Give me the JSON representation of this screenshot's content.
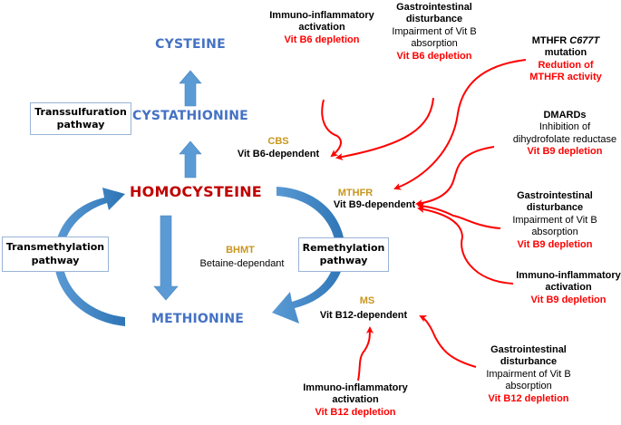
{
  "metabolites": {
    "cysteine": "CYSTEINE",
    "cystathionine": "CYSTATHIONINE",
    "homocysteine": "HOMOCYSTEINE",
    "methionine": "METHIONINE"
  },
  "pathways": {
    "transsulfuration": [
      "Transsulfuration",
      "pathway"
    ],
    "transmethylation": [
      "Transmethylation",
      "pathway"
    ],
    "remethylation": [
      "Remethylation",
      "pathway"
    ]
  },
  "enzymes": {
    "cbs": {
      "name": "CBS",
      "dependency": "Vit B6-dependent"
    },
    "mthfr": {
      "name": "MTHFR",
      "dependency": "Vit B9-dependent"
    },
    "bhmt": {
      "name": "BHMT",
      "dependency": "Betaine-dependant"
    },
    "ms": {
      "name": "MS",
      "dependency": "Vit B12-dependent"
    }
  },
  "causes": {
    "b6_immuno": {
      "title": [
        "Immuno-inflammatory",
        "activation"
      ],
      "effect": [
        "Vit B6 depletion"
      ]
    },
    "b6_gastro": {
      "title": [
        "Gastrointestinal",
        "disturbance"
      ],
      "detail": [
        "Impairment of Vit B",
        "absorption"
      ],
      "effect": [
        "Vit B6 depletion"
      ]
    },
    "mthfr_mutation": {
      "title_prefix": "MTHFR ",
      "title_italic": "C677T",
      "title2": "mutation",
      "effect": [
        "Redution of",
        "MTHFR activity"
      ]
    },
    "dmards": {
      "title": [
        "DMARDs"
      ],
      "detail": [
        "Inhibition of",
        "dihydrofolate reductase"
      ],
      "effect": [
        "Vit B9 depletion"
      ]
    },
    "b9_gastro": {
      "title": [
        "Gastrointestinal",
        "disturbance"
      ],
      "detail": [
        "Impairment of Vit B",
        "absorption"
      ],
      "effect": [
        "Vit B9 depletion"
      ]
    },
    "b9_immuno": {
      "title": [
        "Immuno-inflammatory",
        "activation"
      ],
      "effect": [
        "Vit B9 depletion"
      ]
    },
    "b12_gastro": {
      "title": [
        "Gastrointestinal",
        "disturbance"
      ],
      "detail": [
        "Impairment of Vit B",
        "absorption"
      ],
      "effect": [
        "Vit B12 depletion"
      ]
    },
    "b12_immuno": {
      "title": [
        "Immuno-inflammatory",
        "activation"
      ],
      "effect": [
        "Vit B12 depletion"
      ]
    }
  },
  "colors": {
    "metabolite": "#4472c4",
    "homocysteine": "#c00000",
    "enzyme": "#c8961e",
    "depletion": "#ff0000",
    "arrow_blue": "#5b9bd5",
    "arrow_dark": "#2e75b6",
    "box_border": "#9ab3d8"
  }
}
